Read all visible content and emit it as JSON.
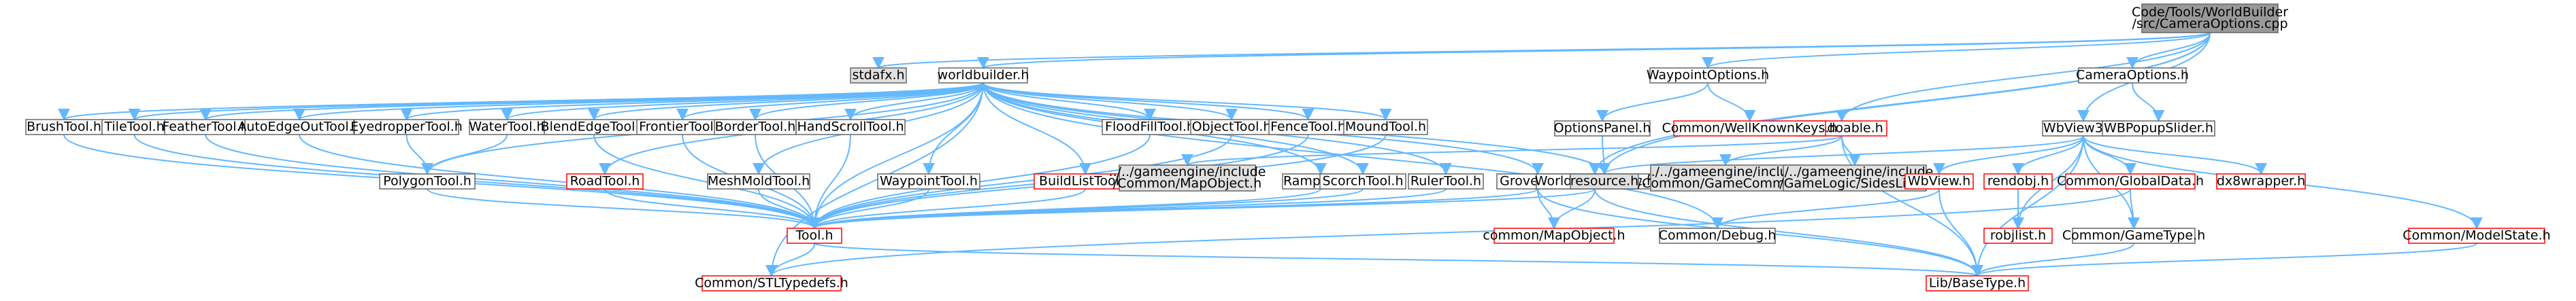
{
  "colors": {
    "edge": "#63B8FF",
    "node_border": "#666666",
    "red_border": "#FF0000",
    "root_fill": "#999999",
    "gray_fill": "#E0E0E0",
    "node_fill": "#FFFFFF",
    "text": "#000000"
  },
  "nodes": [
    {
      "id": "root",
      "lines": [
        "Code/Tools/WorldBuilder",
        "/src/CameraOptions.cpp"
      ],
      "style": "root"
    },
    {
      "id": "stdafx",
      "lines": [
        "stdafx.h"
      ],
      "style": "gray"
    },
    {
      "id": "worldbuilder",
      "lines": [
        "worldbuilder.h"
      ],
      "style": "normal"
    },
    {
      "id": "waypointoptions",
      "lines": [
        "WaypointOptions.h"
      ],
      "style": "normal"
    },
    {
      "id": "cundoable",
      "lines": [
        "CUndoable.h"
      ],
      "style": "red"
    },
    {
      "id": "wbview3d",
      "lines": [
        "WbView3d.h"
      ],
      "style": "normal"
    },
    {
      "id": "cameraoptions",
      "lines": [
        "CameraOptions.h"
      ],
      "style": "normal"
    },
    {
      "id": "brushtool",
      "lines": [
        "BrushTool.h"
      ],
      "style": "normal"
    },
    {
      "id": "tiletool",
      "lines": [
        "TileTool.h"
      ],
      "style": "normal"
    },
    {
      "id": "feathertool",
      "lines": [
        "FeatherTool.h"
      ],
      "style": "normal"
    },
    {
      "id": "autoedgeouttool",
      "lines": [
        "AutoEdgeOutTool.h"
      ],
      "style": "normal"
    },
    {
      "id": "eyedroppertool",
      "lines": [
        "EyedropperTool.h"
      ],
      "style": "normal"
    },
    {
      "id": "watertool",
      "lines": [
        "WaterTool.h"
      ],
      "style": "normal"
    },
    {
      "id": "blendedgetool",
      "lines": [
        "BlendEdgeTool.h"
      ],
      "style": "normal"
    },
    {
      "id": "fronteirtool",
      "lines": [
        "FrontierTool.h"
      ],
      "style": "normal"
    },
    {
      "id": "bordertool",
      "lines": [
        "BorderTool.h"
      ],
      "style": "normal"
    },
    {
      "id": "handscrolltool",
      "lines": [
        "HandScrollTool.h"
      ],
      "style": "normal"
    },
    {
      "id": "floodfilltool",
      "lines": [
        "FloodFillTool.h"
      ],
      "style": "normal"
    },
    {
      "id": "objecttool",
      "lines": [
        "ObjectTool.h"
      ],
      "style": "normal"
    },
    {
      "id": "fencetool",
      "lines": [
        "FenceTool.h"
      ],
      "style": "normal"
    },
    {
      "id": "moundtool",
      "lines": [
        "MoundTool.h"
      ],
      "style": "normal"
    },
    {
      "id": "commonwellknownkeys",
      "lines": [
        "Common/WellKnownKeys.h"
      ],
      "style": "red"
    },
    {
      "id": "optionspanel",
      "lines": [
        "OptionsPanel.h"
      ],
      "style": "normal"
    },
    {
      "id": "wbpopupslider",
      "lines": [
        "WBPopupSlider.h"
      ],
      "style": "normal"
    },
    {
      "id": "polygontool",
      "lines": [
        "PolygonTool.h"
      ],
      "style": "normal"
    },
    {
      "id": "roadtool",
      "lines": [
        "RoadTool.h"
      ],
      "style": "red"
    },
    {
      "id": "meshmoldtool",
      "lines": [
        "MeshMoldTool.h"
      ],
      "style": "normal"
    },
    {
      "id": "waypointtool",
      "lines": [
        "WaypointTool.h"
      ],
      "style": "normal"
    },
    {
      "id": "buildlisttool",
      "lines": [
        "BuildListTool.h"
      ],
      "style": "red"
    },
    {
      "id": "mapobject_ge",
      "lines": [
        "../../gameengine/include",
        "/Common/MapObject.h"
      ],
      "style": "gray"
    },
    {
      "id": "ramptool",
      "lines": [
        "RampTool.h"
      ],
      "style": "normal"
    },
    {
      "id": "scorchtool",
      "lines": [
        "ScorchTool.h"
      ],
      "style": "normal"
    },
    {
      "id": "ruletool",
      "lines": [
        "RulerTool.h"
      ],
      "style": "normal"
    },
    {
      "id": "grovetool",
      "lines": [
        "GroveTool.h"
      ],
      "style": "normal"
    },
    {
      "id": "worldbuilderdoc",
      "lines": [
        "WorldBuilderDoc.h"
      ],
      "style": "normal"
    },
    {
      "id": "resource",
      "lines": [
        "resource.h"
      ],
      "style": "gray"
    },
    {
      "id": "gamecommon",
      "lines": [
        "../../gameengine/include",
        "/Common/GameCommon.h"
      ],
      "style": "gray"
    },
    {
      "id": "sideslist",
      "lines": [
        "../../gameengine/include",
        "/GameLogic/SidesList.h"
      ],
      "style": "gray"
    },
    {
      "id": "wbview",
      "lines": [
        "WbView.h"
      ],
      "style": "red"
    },
    {
      "id": "rendobj",
      "lines": [
        "rendobj.h"
      ],
      "style": "red"
    },
    {
      "id": "commonglobaldata",
      "lines": [
        "Common/GlobalData.h"
      ],
      "style": "red"
    },
    {
      "id": "dx8wrapper",
      "lines": [
        "dx8wrapper.h"
      ],
      "style": "red"
    },
    {
      "id": "commonmodelstate",
      "lines": [
        "Common/ModelState.h"
      ],
      "style": "red"
    },
    {
      "id": "toolh",
      "lines": [
        "Tool.h"
      ],
      "style": "red"
    },
    {
      "id": "commonmapobject",
      "lines": [
        "common/MapObject.h"
      ],
      "style": "red"
    },
    {
      "id": "commondebug",
      "lines": [
        "Common/Debug.h"
      ],
      "style": "normal"
    },
    {
      "id": "robjlist",
      "lines": [
        "robjlist.h"
      ],
      "style": "red"
    },
    {
      "id": "commongametype",
      "lines": [
        "Common/GameType.h"
      ],
      "style": "normal"
    },
    {
      "id": "commonstltypedefs",
      "lines": [
        "Common/STLTypedefs.h"
      ],
      "style": "red"
    },
    {
      "id": "libbasetype",
      "lines": [
        "Lib/BaseType.h"
      ],
      "style": "red"
    }
  ],
  "edges": [
    [
      "root",
      "stdafx"
    ],
    [
      "root",
      "worldbuilder"
    ],
    [
      "root",
      "waypointoptions"
    ],
    [
      "root",
      "cundoable"
    ],
    [
      "root",
      "wbview3d"
    ],
    [
      "root",
      "cameraoptions"
    ],
    [
      "root",
      "worldbuilderdoc"
    ],
    [
      "root",
      "resource"
    ],
    [
      "worldbuilder",
      "brushtool"
    ],
    [
      "worldbuilder",
      "tiletool"
    ],
    [
      "worldbuilder",
      "feathertool"
    ],
    [
      "worldbuilder",
      "autoedgeouttool"
    ],
    [
      "worldbuilder",
      "eyedroppertool"
    ],
    [
      "worldbuilder",
      "watertool"
    ],
    [
      "worldbuilder",
      "blendedgetool"
    ],
    [
      "worldbuilder",
      "fronteirtool"
    ],
    [
      "worldbuilder",
      "bordertool"
    ],
    [
      "worldbuilder",
      "handscrolltool"
    ],
    [
      "worldbuilder",
      "floodfilltool"
    ],
    [
      "worldbuilder",
      "objecttool"
    ],
    [
      "worldbuilder",
      "fencetool"
    ],
    [
      "worldbuilder",
      "moundtool"
    ],
    [
      "worldbuilder",
      "polygontool"
    ],
    [
      "worldbuilder",
      "roadtool"
    ],
    [
      "worldbuilder",
      "meshmoldtool"
    ],
    [
      "worldbuilder",
      "waypointtool"
    ],
    [
      "worldbuilder",
      "buildlisttool"
    ],
    [
      "worldbuilder",
      "ramptool"
    ],
    [
      "worldbuilder",
      "scorchtool"
    ],
    [
      "worldbuilder",
      "ruletool"
    ],
    [
      "worldbuilder",
      "grovetool"
    ],
    [
      "worldbuilder",
      "resource"
    ],
    [
      "worldbuilder",
      "toolh"
    ],
    [
      "worldbuilder",
      "commonstltypedefs"
    ],
    [
      "worldbuilder",
      "commondebug"
    ],
    [
      "waypointoptions",
      "optionspanel"
    ],
    [
      "waypointoptions",
      "commonwellknownkeys"
    ],
    [
      "optionspanel",
      "resource"
    ],
    [
      "cameraoptions",
      "wbpopupslider"
    ],
    [
      "cundoable",
      "gamecommon"
    ],
    [
      "cundoable",
      "sideslist"
    ],
    [
      "cundoable",
      "mapobject_ge"
    ],
    [
      "cundoable",
      "libbasetype"
    ],
    [
      "wbview3d",
      "wbview"
    ],
    [
      "wbview3d",
      "rendobj"
    ],
    [
      "wbview3d",
      "commonglobaldata"
    ],
    [
      "wbview3d",
      "dx8wrapper"
    ],
    [
      "wbview3d",
      "commonmodelstate"
    ],
    [
      "wbview3d",
      "robjlist"
    ],
    [
      "wbview3d",
      "commongametype"
    ],
    [
      "wbview3d",
      "libbasetype"
    ],
    [
      "wbview3d",
      "resource"
    ],
    [
      "brushtool",
      "toolh"
    ],
    [
      "tiletool",
      "toolh"
    ],
    [
      "feathertool",
      "toolh"
    ],
    [
      "autoedgeouttool",
      "toolh"
    ],
    [
      "eyedroppertool",
      "polygontool"
    ],
    [
      "watertool",
      "polygontool"
    ],
    [
      "blendedgetool",
      "toolh"
    ],
    [
      "fronteirtool",
      "toolh"
    ],
    [
      "bordertool",
      "toolh"
    ],
    [
      "handscrolltool",
      "toolh"
    ],
    [
      "floodfilltool",
      "toolh"
    ],
    [
      "objecttool",
      "toolh"
    ],
    [
      "fencetool",
      "toolh"
    ],
    [
      "moundtool",
      "toolh"
    ],
    [
      "polygontool",
      "toolh"
    ],
    [
      "roadtool",
      "toolh"
    ],
    [
      "meshmoldtool",
      "toolh"
    ],
    [
      "waypointtool",
      "toolh"
    ],
    [
      "buildlisttool",
      "toolh"
    ],
    [
      "ramptool",
      "toolh"
    ],
    [
      "scorchtool",
      "toolh"
    ],
    [
      "ruletool",
      "toolh"
    ],
    [
      "grovetool",
      "toolh"
    ],
    [
      "grovetool",
      "commonmapobject"
    ],
    [
      "grovetool",
      "libbasetype"
    ],
    [
      "worldbuilderdoc",
      "toolh"
    ],
    [
      "worldbuilderdoc",
      "commonmapobject"
    ],
    [
      "worldbuilderdoc",
      "libbasetype"
    ],
    [
      "toolh",
      "commonstltypedefs"
    ],
    [
      "toolh",
      "libbasetype"
    ],
    [
      "wbview",
      "commondebug"
    ],
    [
      "wbview",
      "libbasetype"
    ],
    [
      "rendobj",
      "robjlist"
    ],
    [
      "commonglobaldata",
      "commongametype"
    ],
    [
      "commonglobaldata",
      "commonstltypedefs"
    ],
    [
      "commongametype",
      "libbasetype"
    ],
    [
      "commonmodelstate",
      "libbasetype"
    ]
  ]
}
